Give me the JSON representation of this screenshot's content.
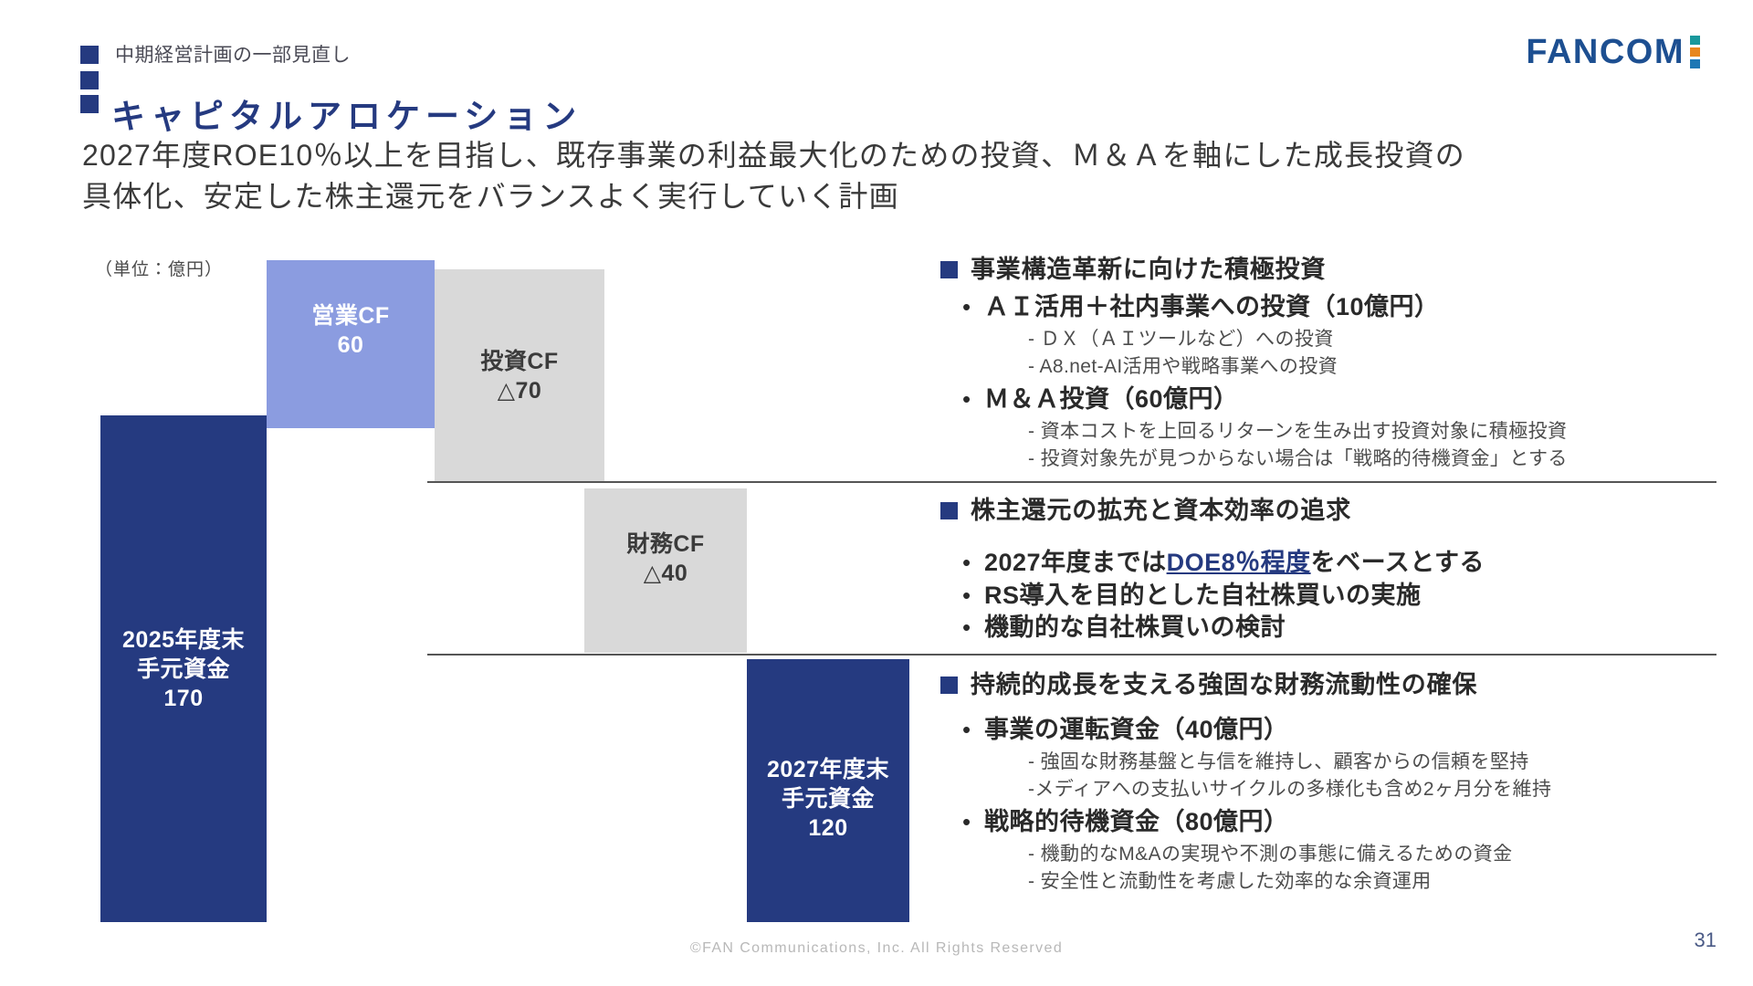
{
  "header": {
    "subtitle": "中期経営計画の一部見直し",
    "title": "キャピタルアロケーション",
    "logo_word": "FANCOM",
    "logo_colors": [
      "#19989c",
      "#e8871e",
      "#1d77b5"
    ]
  },
  "lead": {
    "line1": "2027年度ROE10％以上を目指し、既存事業の利益最大化のための投資、Ｍ＆Ａを軸にした成長投資の",
    "line2": "具体化、安定した株主還元をバランスよく実行していく計画"
  },
  "chart_data": {
    "type": "bar",
    "title": "キャピタルアロケーション",
    "unit_label": "（単位：億円）",
    "xlabel": "",
    "ylabel": "",
    "categories": [
      "2025年度末手元資金",
      "営業CF",
      "投資CF",
      "財務CF",
      "2027年度末手元資金"
    ],
    "values": [
      170,
      60,
      -70,
      -40,
      120
    ],
    "bars": [
      {
        "name": "start-cash",
        "label_lines": "2025年度末\n手元資金\n170",
        "label_name": "2025年度末手元資金",
        "value": 170,
        "display_value": "170",
        "color": "#253a80",
        "style": "navy"
      },
      {
        "name": "operating-cf",
        "label_lines": "営業CF\n60",
        "label_name": "営業CF",
        "value": 60,
        "display_value": "60",
        "color": "#8b9ce0",
        "style": "periwinkle"
      },
      {
        "name": "investing-cf",
        "label_lines": "投資CF\n△70",
        "label_name": "投資CF",
        "value": -70,
        "display_value": "△70",
        "color": "#d9d9d9",
        "style": "gray"
      },
      {
        "name": "financing-cf",
        "label_lines": "財務CF\n△40",
        "label_name": "財務CF",
        "value": -40,
        "display_value": "△40",
        "color": "#d9d9d9",
        "style": "gray"
      },
      {
        "name": "end-cash",
        "label_lines": "2027年度末\n手元資金\n120",
        "label_name": "2027年度末手元資金",
        "value": 120,
        "display_value": "120",
        "color": "#253a80",
        "style": "navy"
      }
    ],
    "grid": false,
    "legend": "none"
  },
  "panel": {
    "sections": [
      {
        "title": "事業構造革新に向けた積極投資",
        "bullets": [
          {
            "text_before": "ＡＩ活用＋社内事業への投資（10億円）",
            "link": "",
            "text_after": "",
            "subs": [
              "ＤＸ（ＡＩツールなど）への投資",
              "A8.net-AI活用や戦略事業への投資"
            ]
          },
          {
            "text_before": "Ｍ＆Ａ投資（60億円）",
            "link": "",
            "text_after": "",
            "subs": [
              "資本コストを上回るリターンを生み出す投資対象に積極投資",
              "投資対象先が見つからない場合は「戦略的待機資金」とする"
            ]
          }
        ]
      },
      {
        "title": "株主還元の拡充と資本効率の追求",
        "bullets": [
          {
            "text_before": "2027年度までは",
            "link": "DOE8％程度",
            "text_after": "をベースとする",
            "subs": []
          },
          {
            "text_before": "RS導入を目的とした自社株買いの実施",
            "link": "",
            "text_after": "",
            "subs": []
          },
          {
            "text_before": "機動的な自社株買いの検討",
            "link": "",
            "text_after": "",
            "subs": []
          }
        ]
      },
      {
        "title": "持続的成長を支える強固な財務流動性の確保",
        "bullets": [
          {
            "text_before": "事業の運転資金（40億円）",
            "link": "",
            "text_after": "",
            "subs": [
              "強固な財務基盤と与信を維持し、顧客からの信頼を堅持",
              "メディアへの支払いサイクルの多様化も含め2ヶ月分を維持"
            ]
          },
          {
            "text_before": "戦略的待機資金（80億円）",
            "link": "",
            "text_after": "",
            "subs": [
              "機動的なM&Aの実現や不測の事態に備えるための資金",
              "安全性と流動性を考慮した効率的な余資運用"
            ]
          }
        ]
      }
    ]
  },
  "footer": {
    "copyright": "©FAN Communications, Inc. All Rights Reserved",
    "page_number": "31"
  }
}
